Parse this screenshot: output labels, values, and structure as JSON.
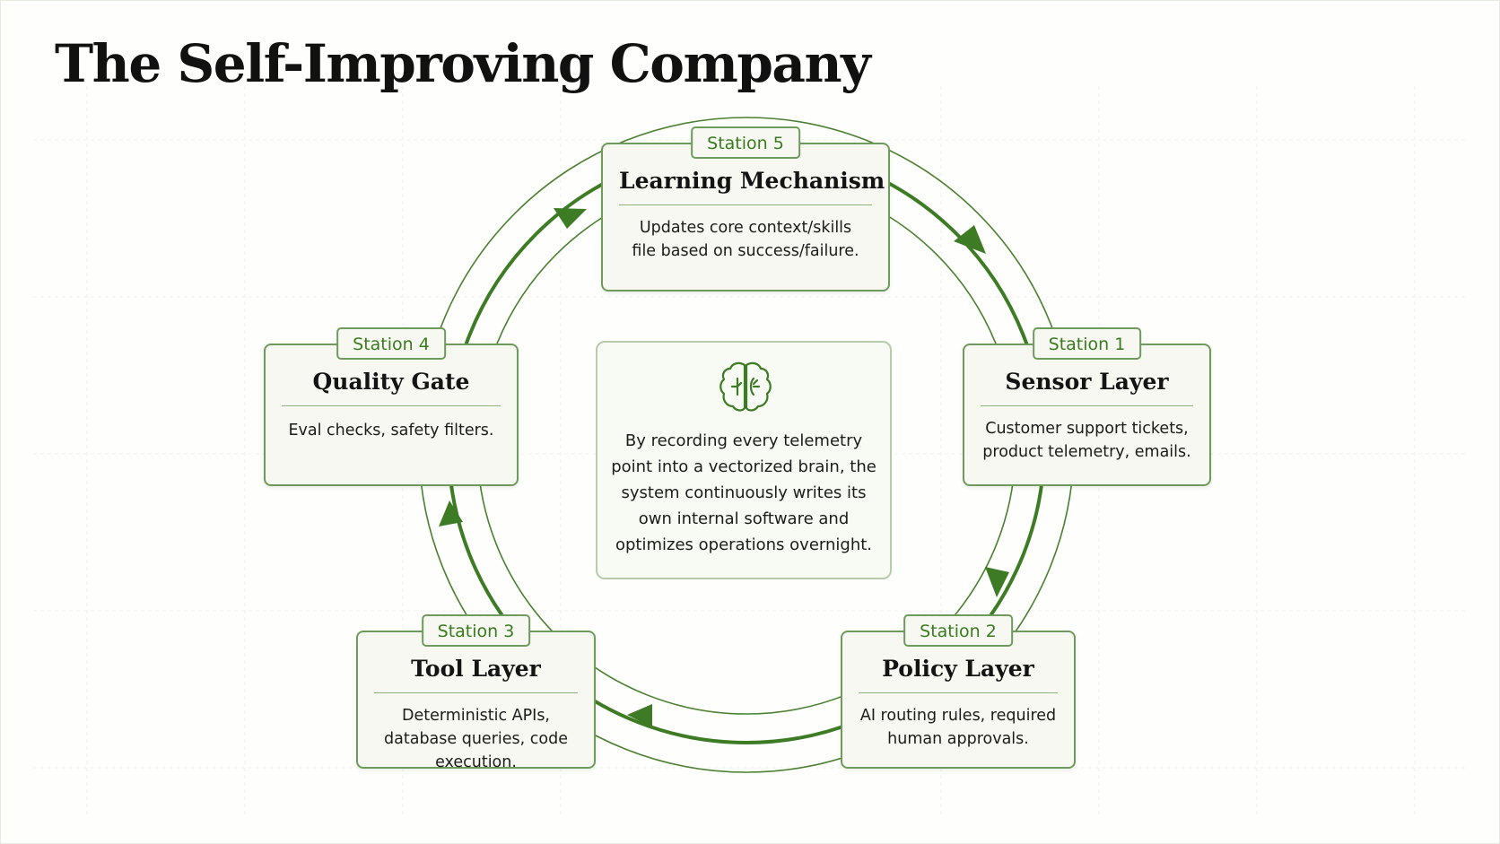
{
  "title": "The Self-Improving Company",
  "colors": {
    "accent": "#3a7a1e",
    "border": "#6e9a5c",
    "card_bg": "#f6f8f1",
    "arrow": "#3d7b24",
    "text": "#111111"
  },
  "stations": {
    "s5": {
      "tag": "Station 5",
      "title": "Learning Mechanism",
      "desc": "Updates core context/skills file based on success/failure."
    },
    "s1": {
      "tag": "Station 1",
      "title": "Sensor Layer",
      "desc": "Customer support tickets, product telemetry, emails."
    },
    "s2": {
      "tag": "Station 2",
      "title": "Policy Layer",
      "desc": "AI routing rules, required human approvals."
    },
    "s3": {
      "tag": "Station 3",
      "title": "Tool Layer",
      "desc": "Deterministic APIs, database queries, code execution."
    },
    "s4": {
      "tag": "Station 4",
      "title": "Quality Gate",
      "desc": "Eval checks, safety filters."
    }
  },
  "center": {
    "icon": "brain-icon",
    "text": "By recording every telemetry point into a vectorized brain, the system continuously writes its own internal software and optimizes operations overnight."
  }
}
